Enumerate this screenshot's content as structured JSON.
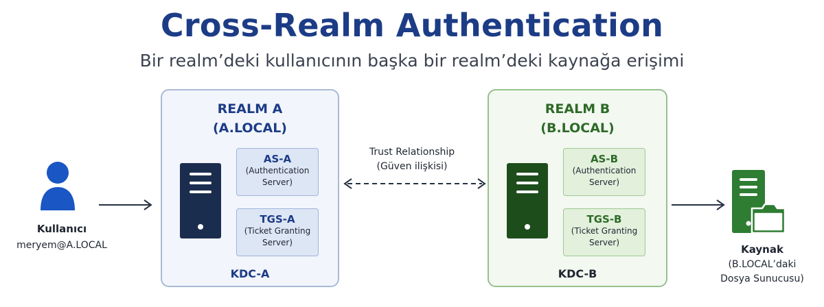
{
  "title": "Cross-Realm Authentication",
  "subtitle": "Bir realm’deki kullanıcının başka bir realm’deki kaynağa erişimi",
  "colors": {
    "realm_a_accent": "#1c3c86",
    "realm_b_accent": "#2e6a28",
    "realm_a_bg": "#f2f5fb",
    "realm_b_bg": "#f3f8f1"
  },
  "user": {
    "icon": "person-icon",
    "name": "Kullanıcı",
    "account": "meryem@A.LOCAL"
  },
  "realm_a": {
    "name": "REALM A",
    "domain": "(A.LOCAL)",
    "server_icon": "server-icon",
    "services": [
      {
        "name": "AS-A",
        "desc_line1": "(Authentication",
        "desc_line2": "Server)"
      },
      {
        "name": "TGS-A",
        "desc_line1": "(Ticket Granting",
        "desc_line2": "Server)"
      }
    ],
    "kdc": "KDC-A"
  },
  "trust": {
    "line1": "Trust Relationship",
    "line2": "(Güven ilişkisi)"
  },
  "realm_b": {
    "name": "REALM B",
    "domain": "(B.LOCAL)",
    "server_icon": "server-icon",
    "services": [
      {
        "name": "AS-B",
        "desc_line1": "(Authentication",
        "desc_line2": "Server)"
      },
      {
        "name": "TGS-B",
        "desc_line1": "(Ticket Granting",
        "desc_line2": "Server)"
      }
    ],
    "kdc": "KDC-B"
  },
  "resource": {
    "icon": "file-server-icon",
    "name": "Kaynak",
    "desc_line1": "(B.LOCAL’daki",
    "desc_line2": "Dosya Sunucusu)"
  }
}
